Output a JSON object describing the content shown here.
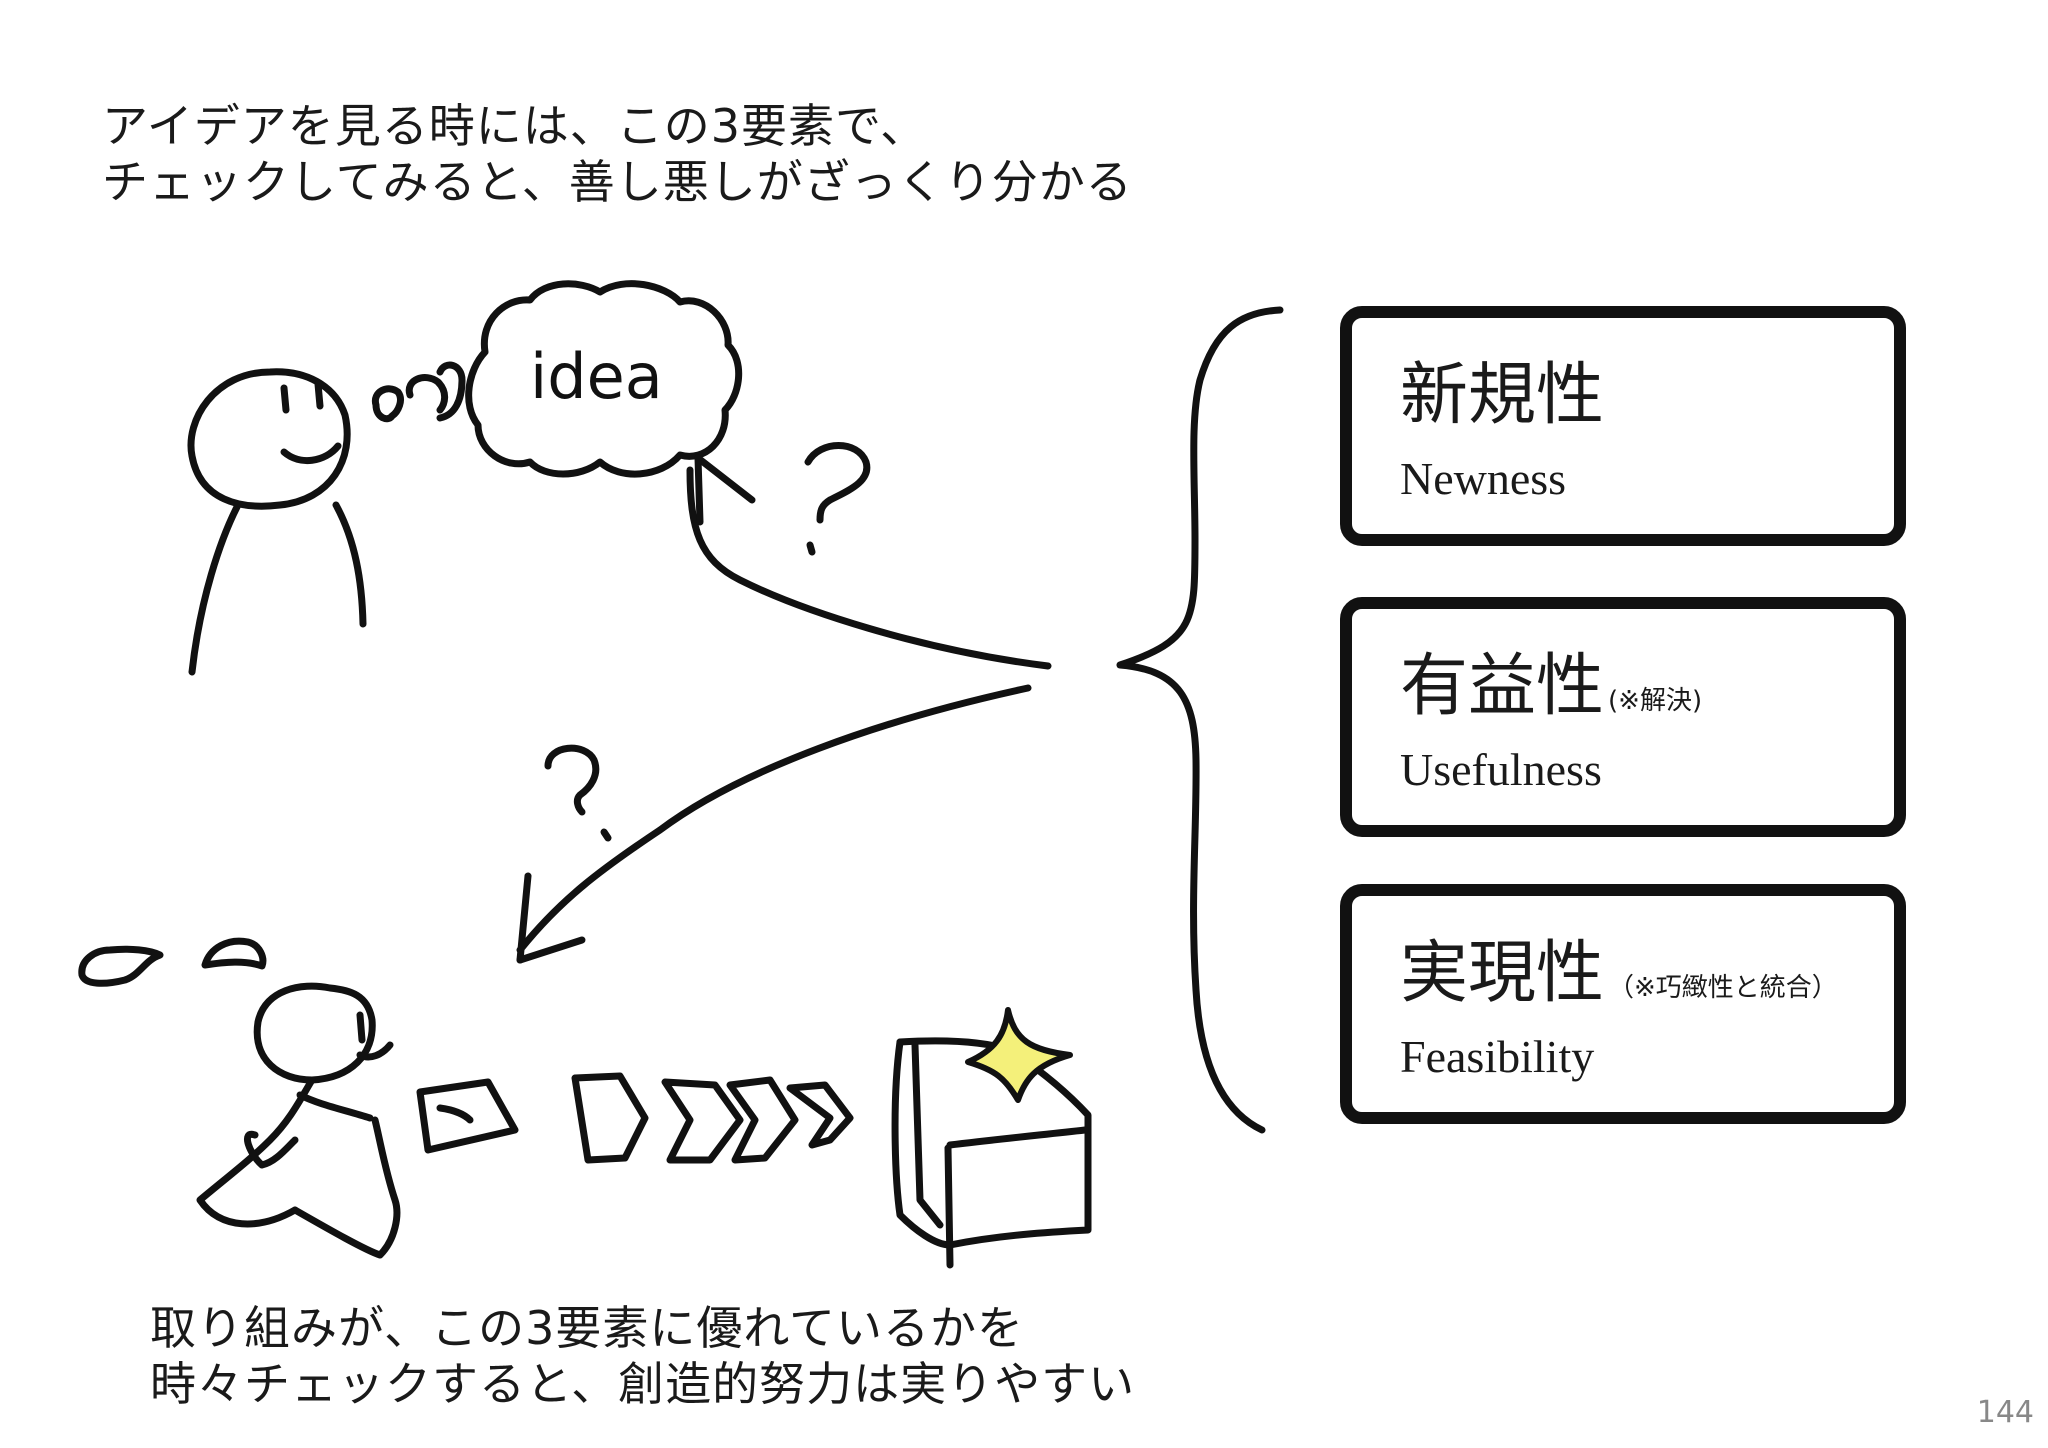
{
  "top_caption": {
    "line1": "アイデアを見る時には、この3要素で、",
    "line2": "チェックしてみると、善し悪しがざっくり分かる"
  },
  "bubble": {
    "text": "idea"
  },
  "criteria": [
    {
      "ja": "新規性",
      "en": "Newness",
      "note": ""
    },
    {
      "ja": "有益性",
      "en": "Usefulness",
      "note": "(※解決)"
    },
    {
      "ja": "実現性",
      "en": "Feasibility",
      "note": "（※巧緻性と統合）"
    }
  ],
  "bottom_caption": {
    "line1": "取り組みが、この3要素に優れているかを",
    "line2": "時々チェックすると、創造的努力は実りやすい"
  },
  "page_number": "144",
  "colors": {
    "ink": "#111111",
    "sparkle": "#f4f07a"
  },
  "icons": [
    "question-mark-icon",
    "sparkle-icon",
    "thought-bubble-icon",
    "curly-brace-icon"
  ]
}
